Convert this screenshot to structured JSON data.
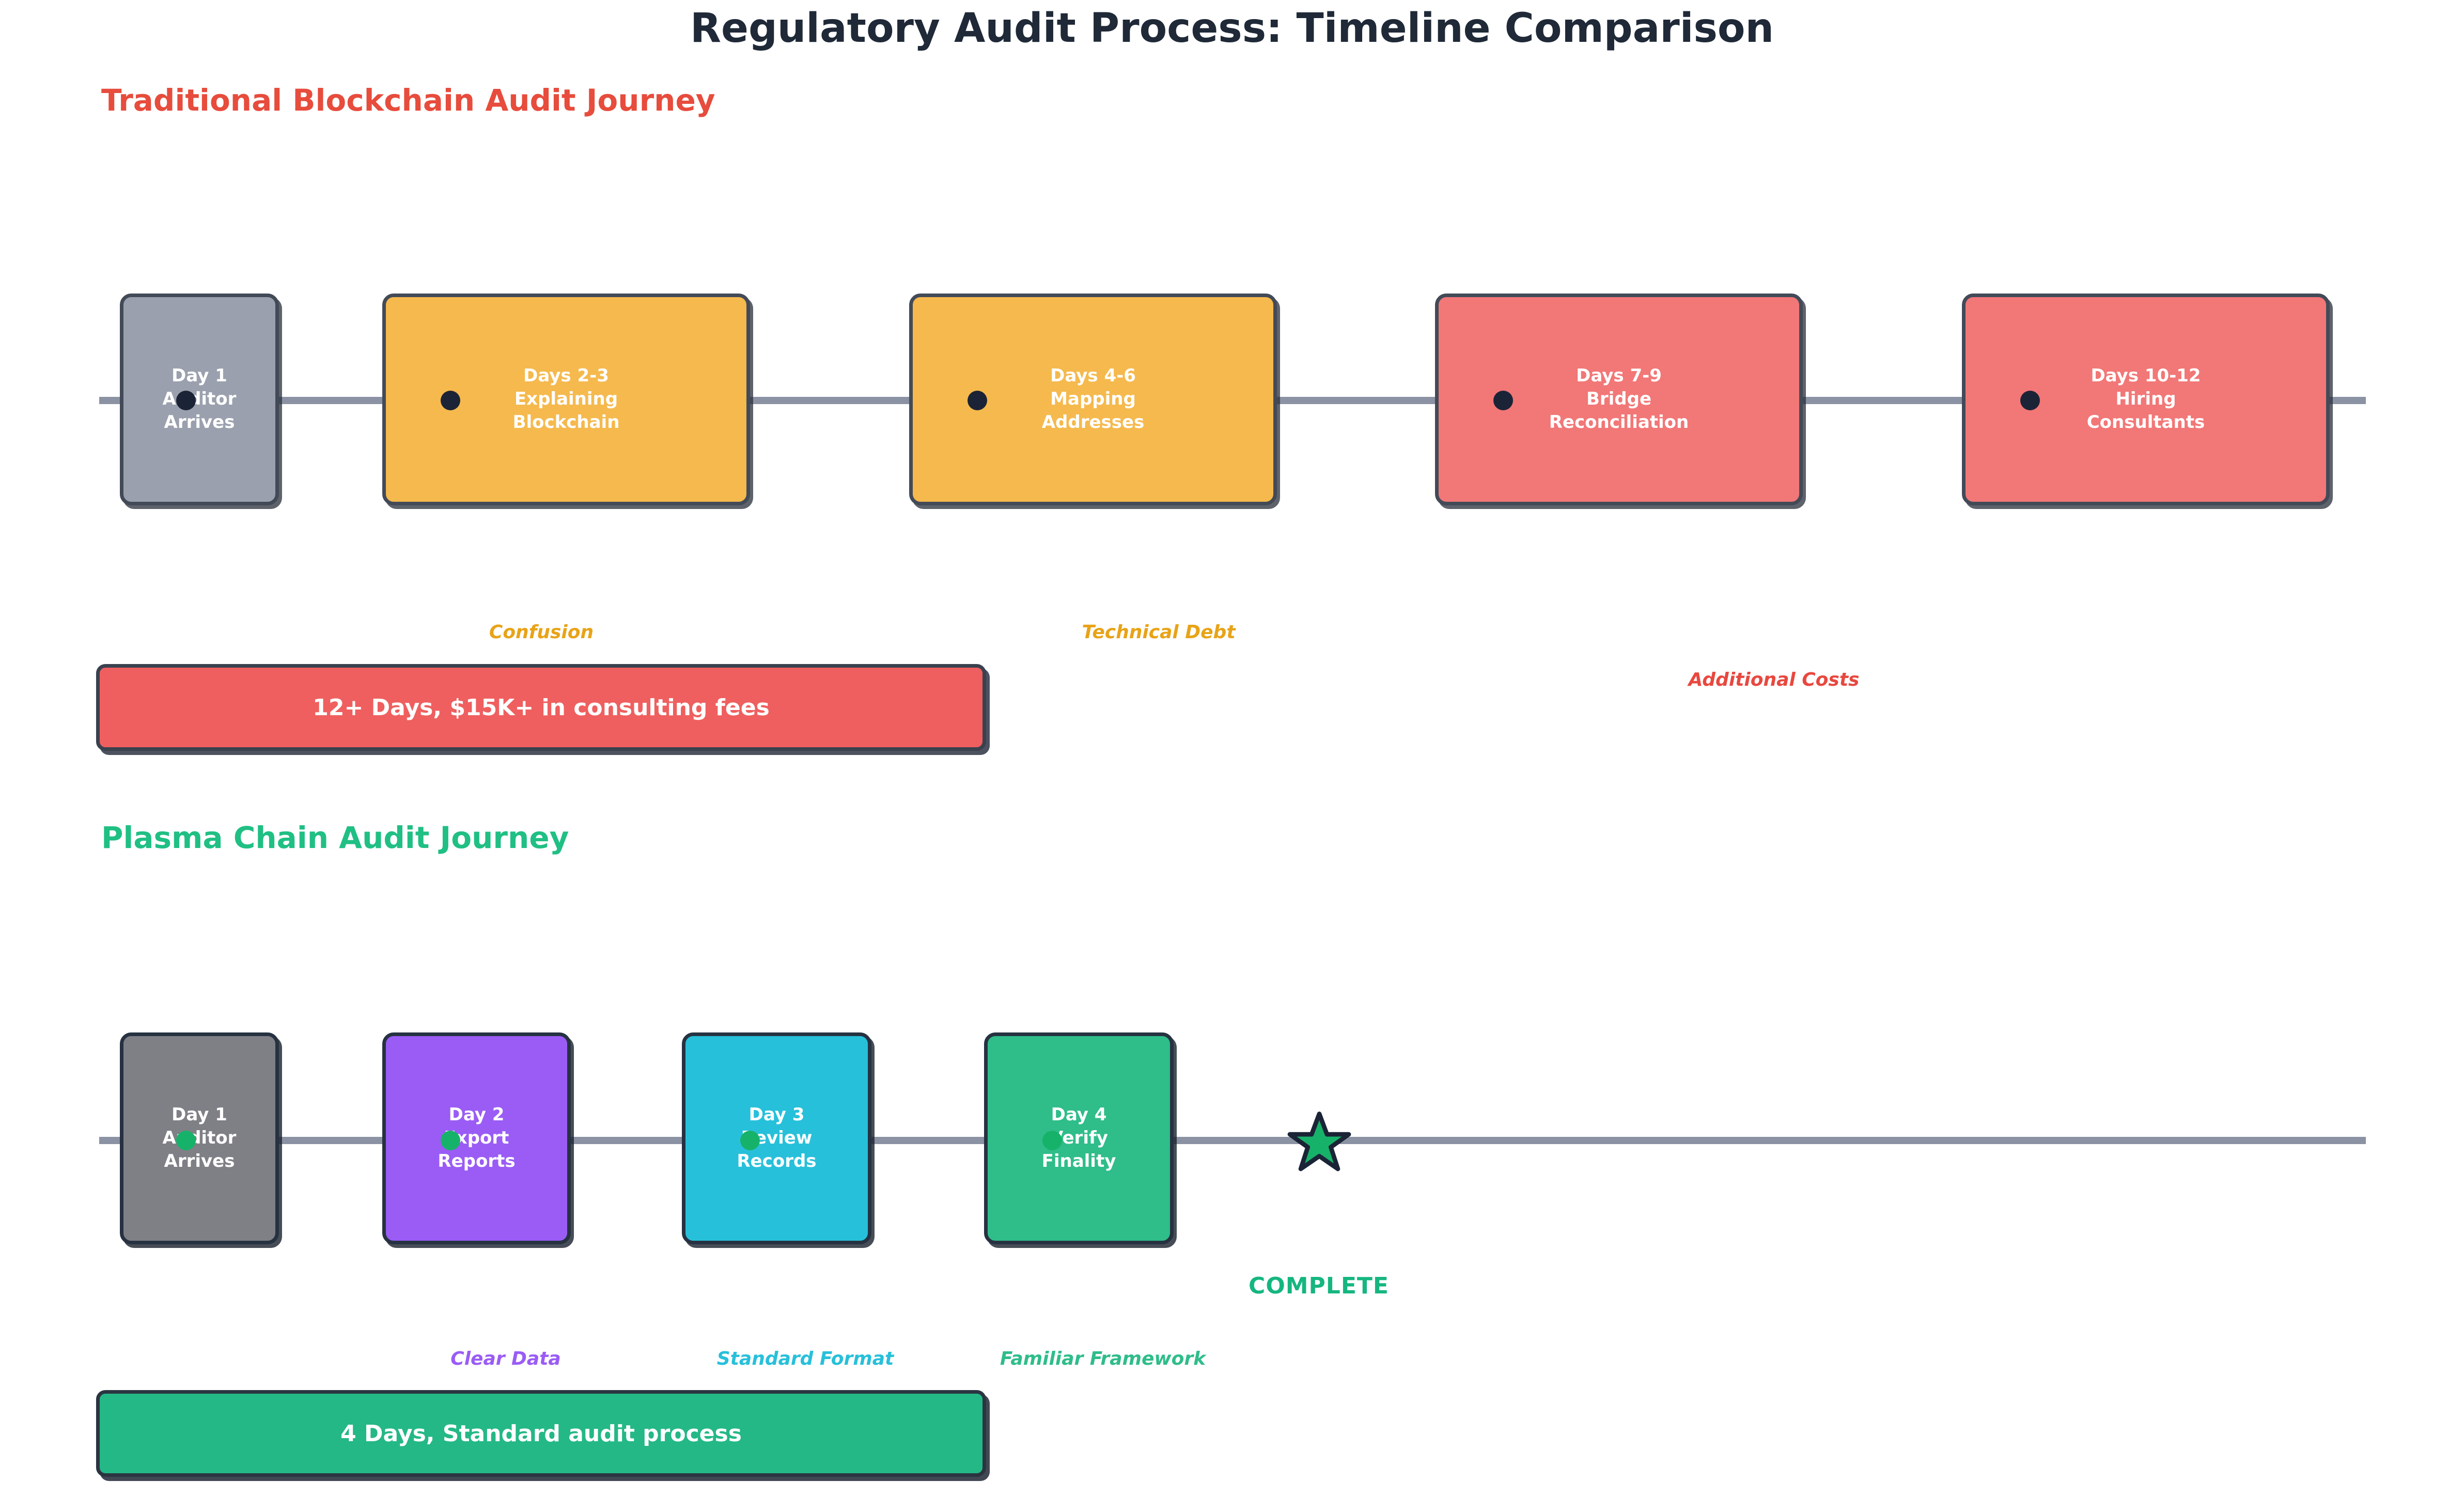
{
  "page": {
    "title": "Regulatory Audit Process: Timeline Comparison",
    "background": "#ffffff"
  },
  "colors": {
    "title": "#1f2937",
    "traditional_accent": "#e74c3c",
    "plasma_accent": "#20bf84",
    "timeline_line": "#8b92a3",
    "box_outline": "#434a57",
    "dot_dark": "#1b2436",
    "dot_green": "#17b26a",
    "grey": "#9aa0ad",
    "orange": "#f5b94d",
    "red": "#f27777",
    "purple": "#9a5cf5",
    "cyan": "#27c0da",
    "green": "#2fbd8a"
  },
  "traditional": {
    "heading": "Traditional Blockchain Audit Journey",
    "stages": [
      {
        "day": "Day 1",
        "label": "Auditor\nArrives",
        "color": "#9aa0ad",
        "dot": "dark"
      },
      {
        "day": "Days 2-3",
        "label": "Explaining\nBlockchain",
        "color": "#f5b94d",
        "dot": "dark"
      },
      {
        "day": "Days 4-6",
        "label": "Mapping\nAddresses",
        "color": "#f5b94d",
        "dot": "dark"
      },
      {
        "day": "Days 7-9",
        "label": "Bridge\nReconciliation",
        "color": "#f27777",
        "dot": "dark"
      },
      {
        "day": "Days 10-12",
        "label": "Hiring\nConsultants",
        "color": "#f27777",
        "dot": "dark"
      }
    ],
    "annotations": [
      {
        "text": "Confusion",
        "color": "#e8a317"
      },
      {
        "text": "Technical Debt",
        "color": "#e8a317"
      },
      {
        "text": "Additional Costs",
        "color": "#e8483f"
      }
    ],
    "summary": "12+ Days, $15K+ in consulting fees"
  },
  "plasma": {
    "heading": "Plasma Chain Audit Journey",
    "stages": [
      {
        "day": "Day 1",
        "label": "Auditor\nArrives",
        "color": "#7f8086",
        "dot": "green"
      },
      {
        "day": "Day 2",
        "label": "Export\nReports",
        "color": "#9a5cf5",
        "dot": "green"
      },
      {
        "day": "Day 3",
        "label": "Review\nRecords",
        "color": "#27c0da",
        "dot": "green"
      },
      {
        "day": "Day 4",
        "label": "Verify\nFinality",
        "color": "#2fbd8a",
        "dot": "green"
      }
    ],
    "annotations": [
      {
        "text": "Clear Data",
        "color": "#9a5cf5"
      },
      {
        "text": "Standard Format",
        "color": "#27c0da"
      },
      {
        "text": "Familiar Framework",
        "color": "#2fbd8a"
      }
    ],
    "complete_label": "COMPLETE",
    "complete_icon": "star-icon",
    "summary": "4 Days, Standard audit process"
  },
  "chart_data": {
    "type": "timeline",
    "title": "Regulatory Audit Process: Timeline Comparison",
    "tracks": [
      {
        "name": "Traditional Blockchain Audit Journey",
        "total": "12+ Days, $15K+ in consulting fees",
        "stages": [
          "Day 1 Auditor Arrives",
          "Days 2-3 Explaining Blockchain",
          "Days 4-6 Mapping Addresses",
          "Days 7-9 Bridge Reconciliation",
          "Days 10-12 Hiring Consultants"
        ],
        "durations_days": [
          1,
          2,
          3,
          3,
          3
        ],
        "annotations": [
          "Confusion",
          "Technical Debt",
          "Additional Costs"
        ]
      },
      {
        "name": "Plasma Chain Audit Journey",
        "total": "4 Days, Standard audit process",
        "stages": [
          "Day 1 Auditor Arrives",
          "Day 2 Export Reports",
          "Day 3 Review Records",
          "Day 4 Verify Finality"
        ],
        "durations_days": [
          1,
          1,
          1,
          1
        ],
        "annotations": [
          "Clear Data",
          "Standard Format",
          "Familiar Framework"
        ],
        "terminal_marker": "COMPLETE"
      }
    ]
  }
}
